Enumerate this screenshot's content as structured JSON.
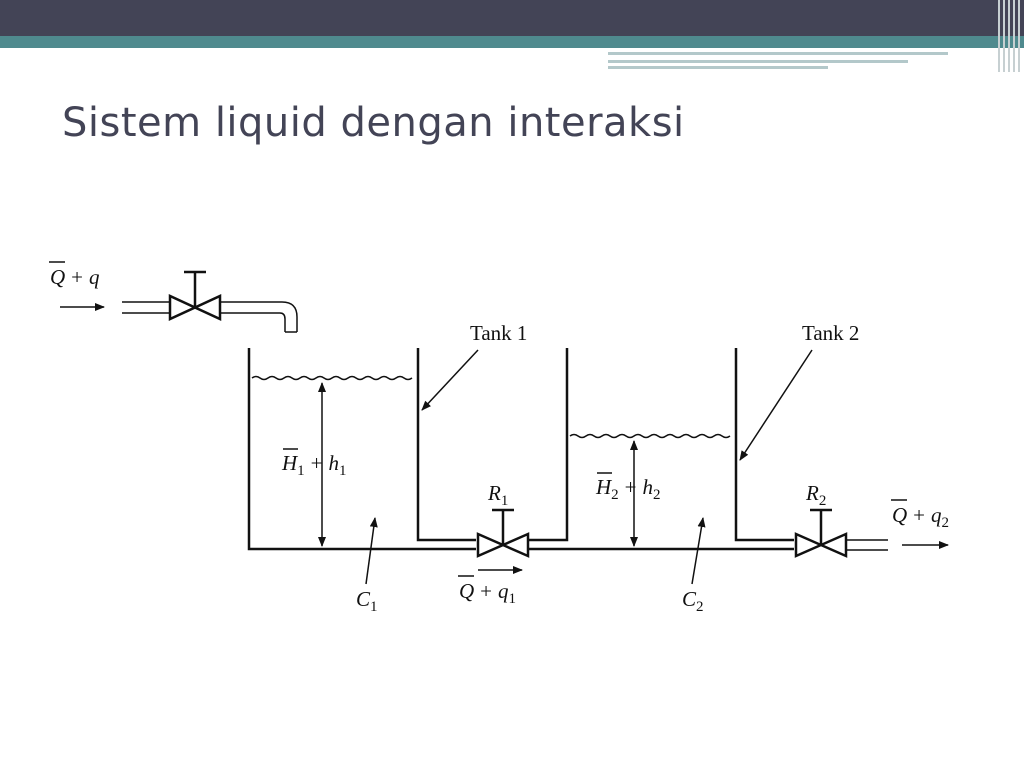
{
  "slide": {
    "title": "Sistem liquid dengan interaksi"
  },
  "diagram": {
    "tank1_label": "Tank 1",
    "tank2_label": "Tank 2",
    "inflow": {
      "var": "Q",
      "op": "+",
      "small": "q",
      "sub": ""
    },
    "height1": {
      "var": "H",
      "sub": "1",
      "op": "+",
      "small": "h",
      "small_sub": "1"
    },
    "height2": {
      "var": "H",
      "sub": "2",
      "op": "+",
      "small": "h",
      "small_sub": "2"
    },
    "resistor1": {
      "var": "R",
      "sub": "1"
    },
    "resistor2": {
      "var": "R",
      "sub": "2"
    },
    "flow1": {
      "var": "Q",
      "op": "+",
      "small": "q",
      "sub": "1"
    },
    "outflow": {
      "var": "Q",
      "op": "+",
      "small": "q",
      "sub": "2"
    },
    "capacitance1": {
      "var": "C",
      "sub": "1"
    },
    "capacitance2": {
      "var": "C",
      "sub": "2"
    }
  },
  "colors": {
    "header_dark": "#434456",
    "header_teal": "#4f8a8e",
    "title_text": "#434456"
  }
}
